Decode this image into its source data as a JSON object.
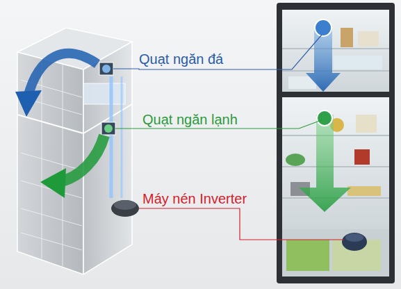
{
  "diagram": {
    "labels": [
      "Quạt ngăn đá",
      "Quạt ngăn lạnh",
      "Máy nén Inverter"
    ]
  }
}
